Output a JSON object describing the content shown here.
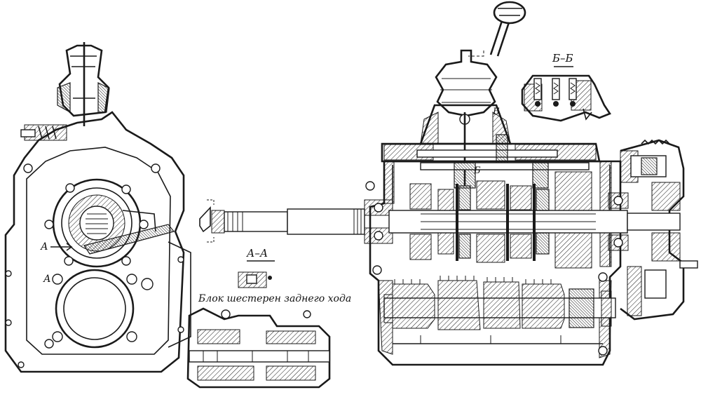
{
  "labels": {
    "section_aa": "А–А",
    "section_bb": "Б–Б",
    "marker_a_upper": "А",
    "marker_a_lower": "А",
    "marker_b_upper": "Б",
    "marker_b_lower": "Б",
    "reverse_block_caption": "Блок шестерен заднего хода"
  }
}
